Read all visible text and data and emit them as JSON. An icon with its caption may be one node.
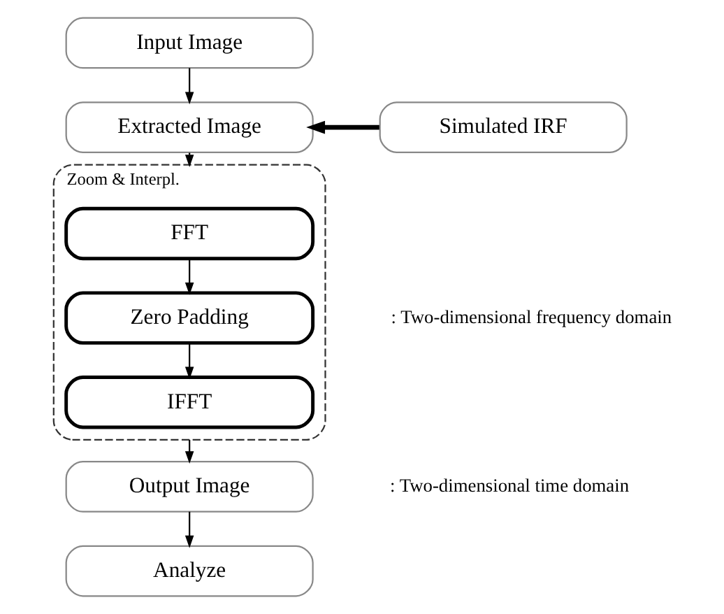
{
  "diagram": {
    "nodes": [
      {
        "text": [
          "Input Image"
        ]
      },
      {
        "text": [
          "Extracted Image"
        ]
      },
      {
        "text": [
          "Simulated IRF"
        ]
      },
      {
        "text": [
          "Zoom & Interpl."
        ]
      },
      {
        "text": [
          "FFT"
        ],
        "in": 3
      },
      {
        "text": [
          "Zero Padding"
        ],
        "in": 3
      },
      {
        "text": [
          "IFFT"
        ],
        "in": 3
      },
      {
        "text": [
          "Output Image"
        ]
      },
      {
        "text": [
          "Analyze"
        ]
      }
    ],
    "edges": [
      {
        "from": 0,
        "to": 1,
        "arrow": "to"
      },
      {
        "from": 2,
        "to": 1,
        "arrow": "to",
        "style": "thick"
      },
      {
        "from": 1,
        "to": 3,
        "arrow": "to"
      },
      {
        "from": 4,
        "to": 5,
        "arrow": "to"
      },
      {
        "from": 5,
        "to": 6,
        "arrow": "to"
      },
      {
        "from": 3,
        "to": 7,
        "arrow": "to"
      },
      {
        "from": 7,
        "to": 8,
        "arrow": "to"
      }
    ],
    "labels": [
      ": Two-dimensional frequency domain",
      ": Two-dimensional time domain"
    ]
  }
}
